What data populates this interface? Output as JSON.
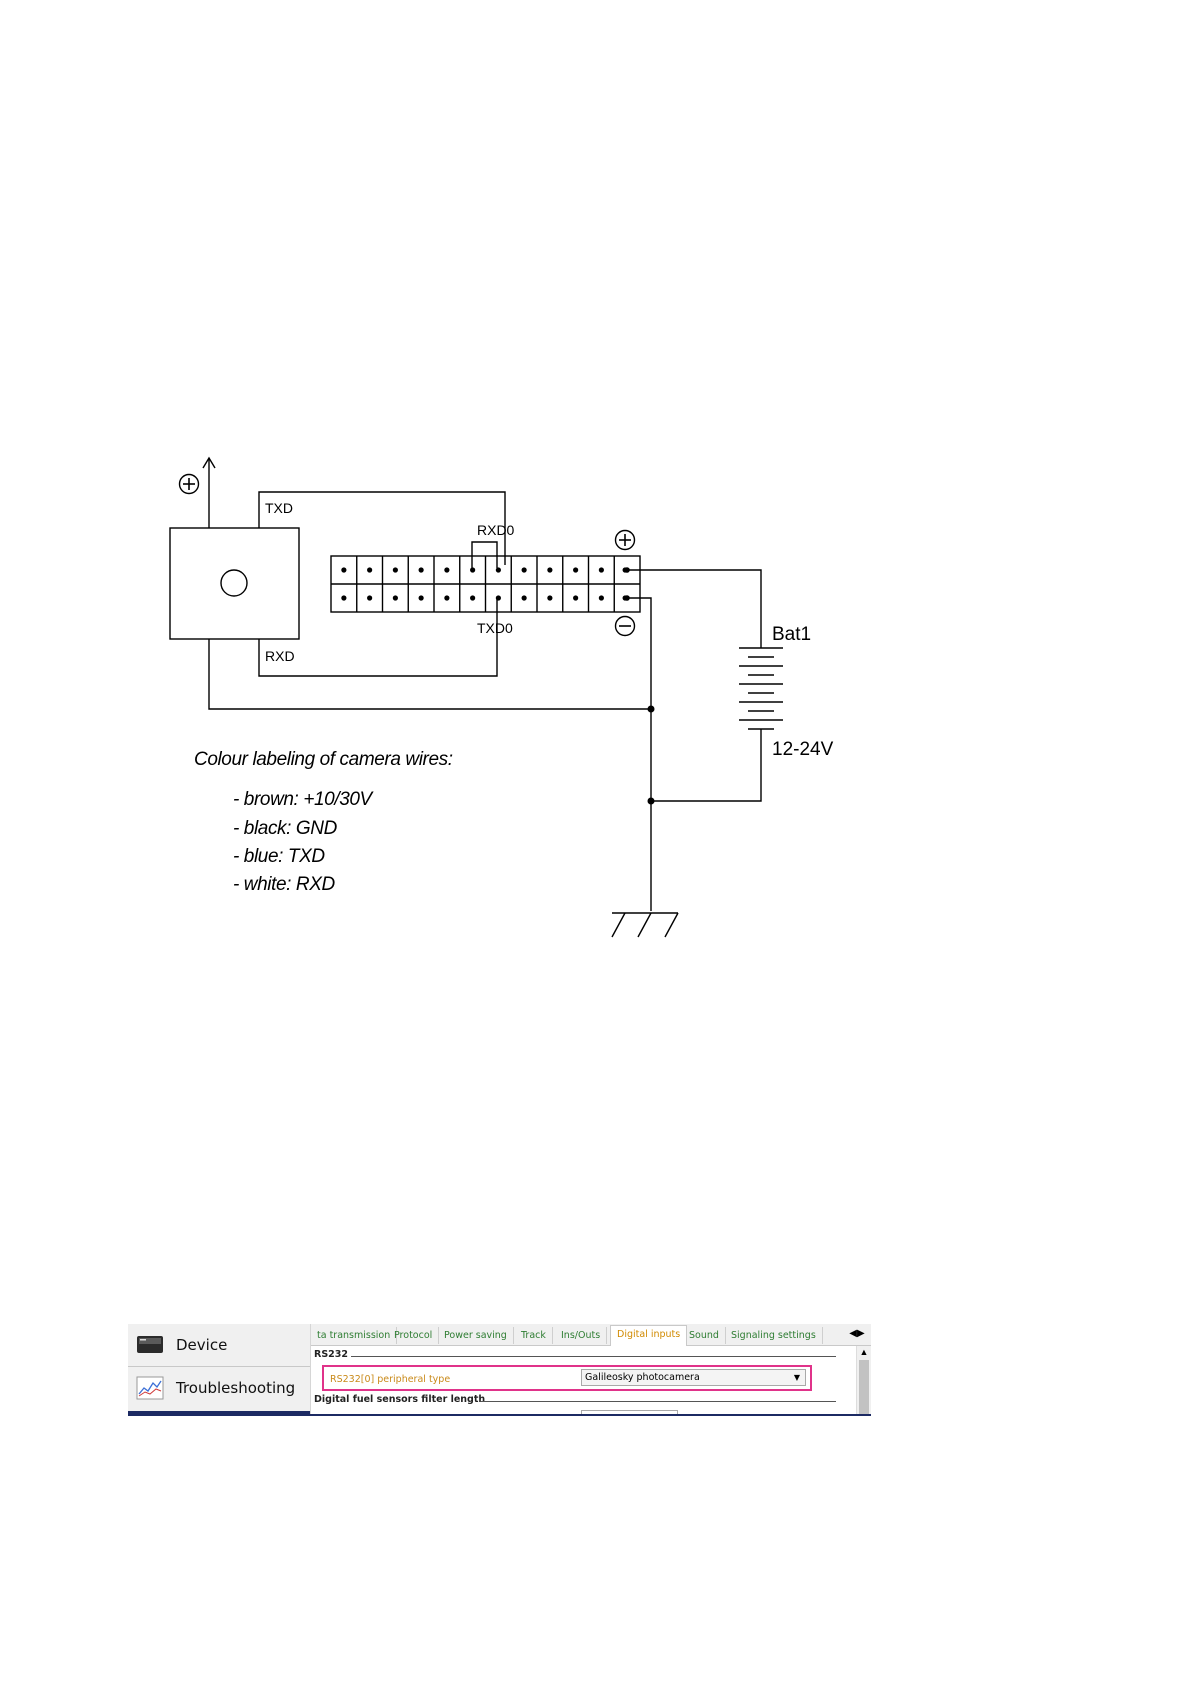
{
  "schematic": {
    "plus_symbol": "+",
    "minus_symbol": "−",
    "camera_labels": {
      "txd": "TXD",
      "rxd": "RXD"
    },
    "connector_labels": {
      "rxd0": "RXD0",
      "txd0": "TXD0"
    },
    "battery": {
      "name": "Bat1",
      "voltage": "12-24V"
    }
  },
  "notes": {
    "title": "Colour labeling of camera wires:",
    "items": [
      "- brown: +10/30V",
      "- black: GND",
      "- blue: TXD",
      "- white: RXD"
    ]
  },
  "screenshot": {
    "sidebar": [
      {
        "label": "Device",
        "icon": "device-icon"
      },
      {
        "label": "Troubleshooting",
        "icon": "chart-icon"
      }
    ],
    "tabs": [
      {
        "label": "ta transmission"
      },
      {
        "label": "Protocol"
      },
      {
        "label": "Power saving"
      },
      {
        "label": "Track"
      },
      {
        "label": "Ins/Outs"
      },
      {
        "label": "Digital inputs",
        "active": true
      },
      {
        "label": "Sound"
      },
      {
        "label": "Signaling settings"
      }
    ],
    "section_rs232": "RS232",
    "row_label": "RS232[0] peripheral type",
    "row_value": "Galileosky photocamera",
    "section_fuel": "Digital fuel sensors filter length",
    "colors": {
      "active_tab": "#d18a00",
      "tab": "#2e7d32",
      "highlight": "#e0338a",
      "sidebar_accent": "#1c2a63"
    }
  }
}
